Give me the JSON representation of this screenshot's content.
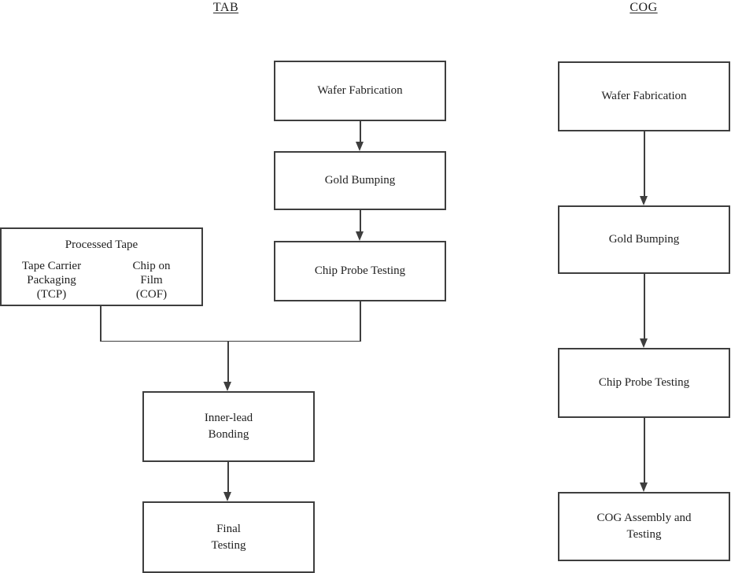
{
  "page": {
    "background_color": "#ffffff",
    "line_color": "#3e3e3e",
    "text_color": "#1f1f1f"
  },
  "tab_flow": {
    "title": "TAB",
    "wafer_fabrication": "Wafer Fabrication",
    "gold_bumping": "Gold Bumping",
    "chip_probe_testing": "Chip Probe Testing",
    "processed_tape": {
      "title": "Processed Tape",
      "tcp_line1": "Tape Carrier",
      "tcp_line2": "Packaging",
      "tcp_line3": "(TCP)",
      "cof_line1": "Chip on",
      "cof_line2": "Film",
      "cof_line3": "(COF)"
    },
    "inner_lead_bonding_line1": "Inner-lead",
    "inner_lead_bonding_line2": "Bonding",
    "final_testing_line1": "Final",
    "final_testing_line2": "Testing"
  },
  "cog_flow": {
    "title": "COG",
    "wafer_fabrication": "Wafer Fabrication",
    "gold_bumping": "Gold Bumping",
    "chip_probe_testing": "Chip Probe Testing",
    "assembly_line1": "COG Assembly and",
    "assembly_line2": "Testing"
  }
}
